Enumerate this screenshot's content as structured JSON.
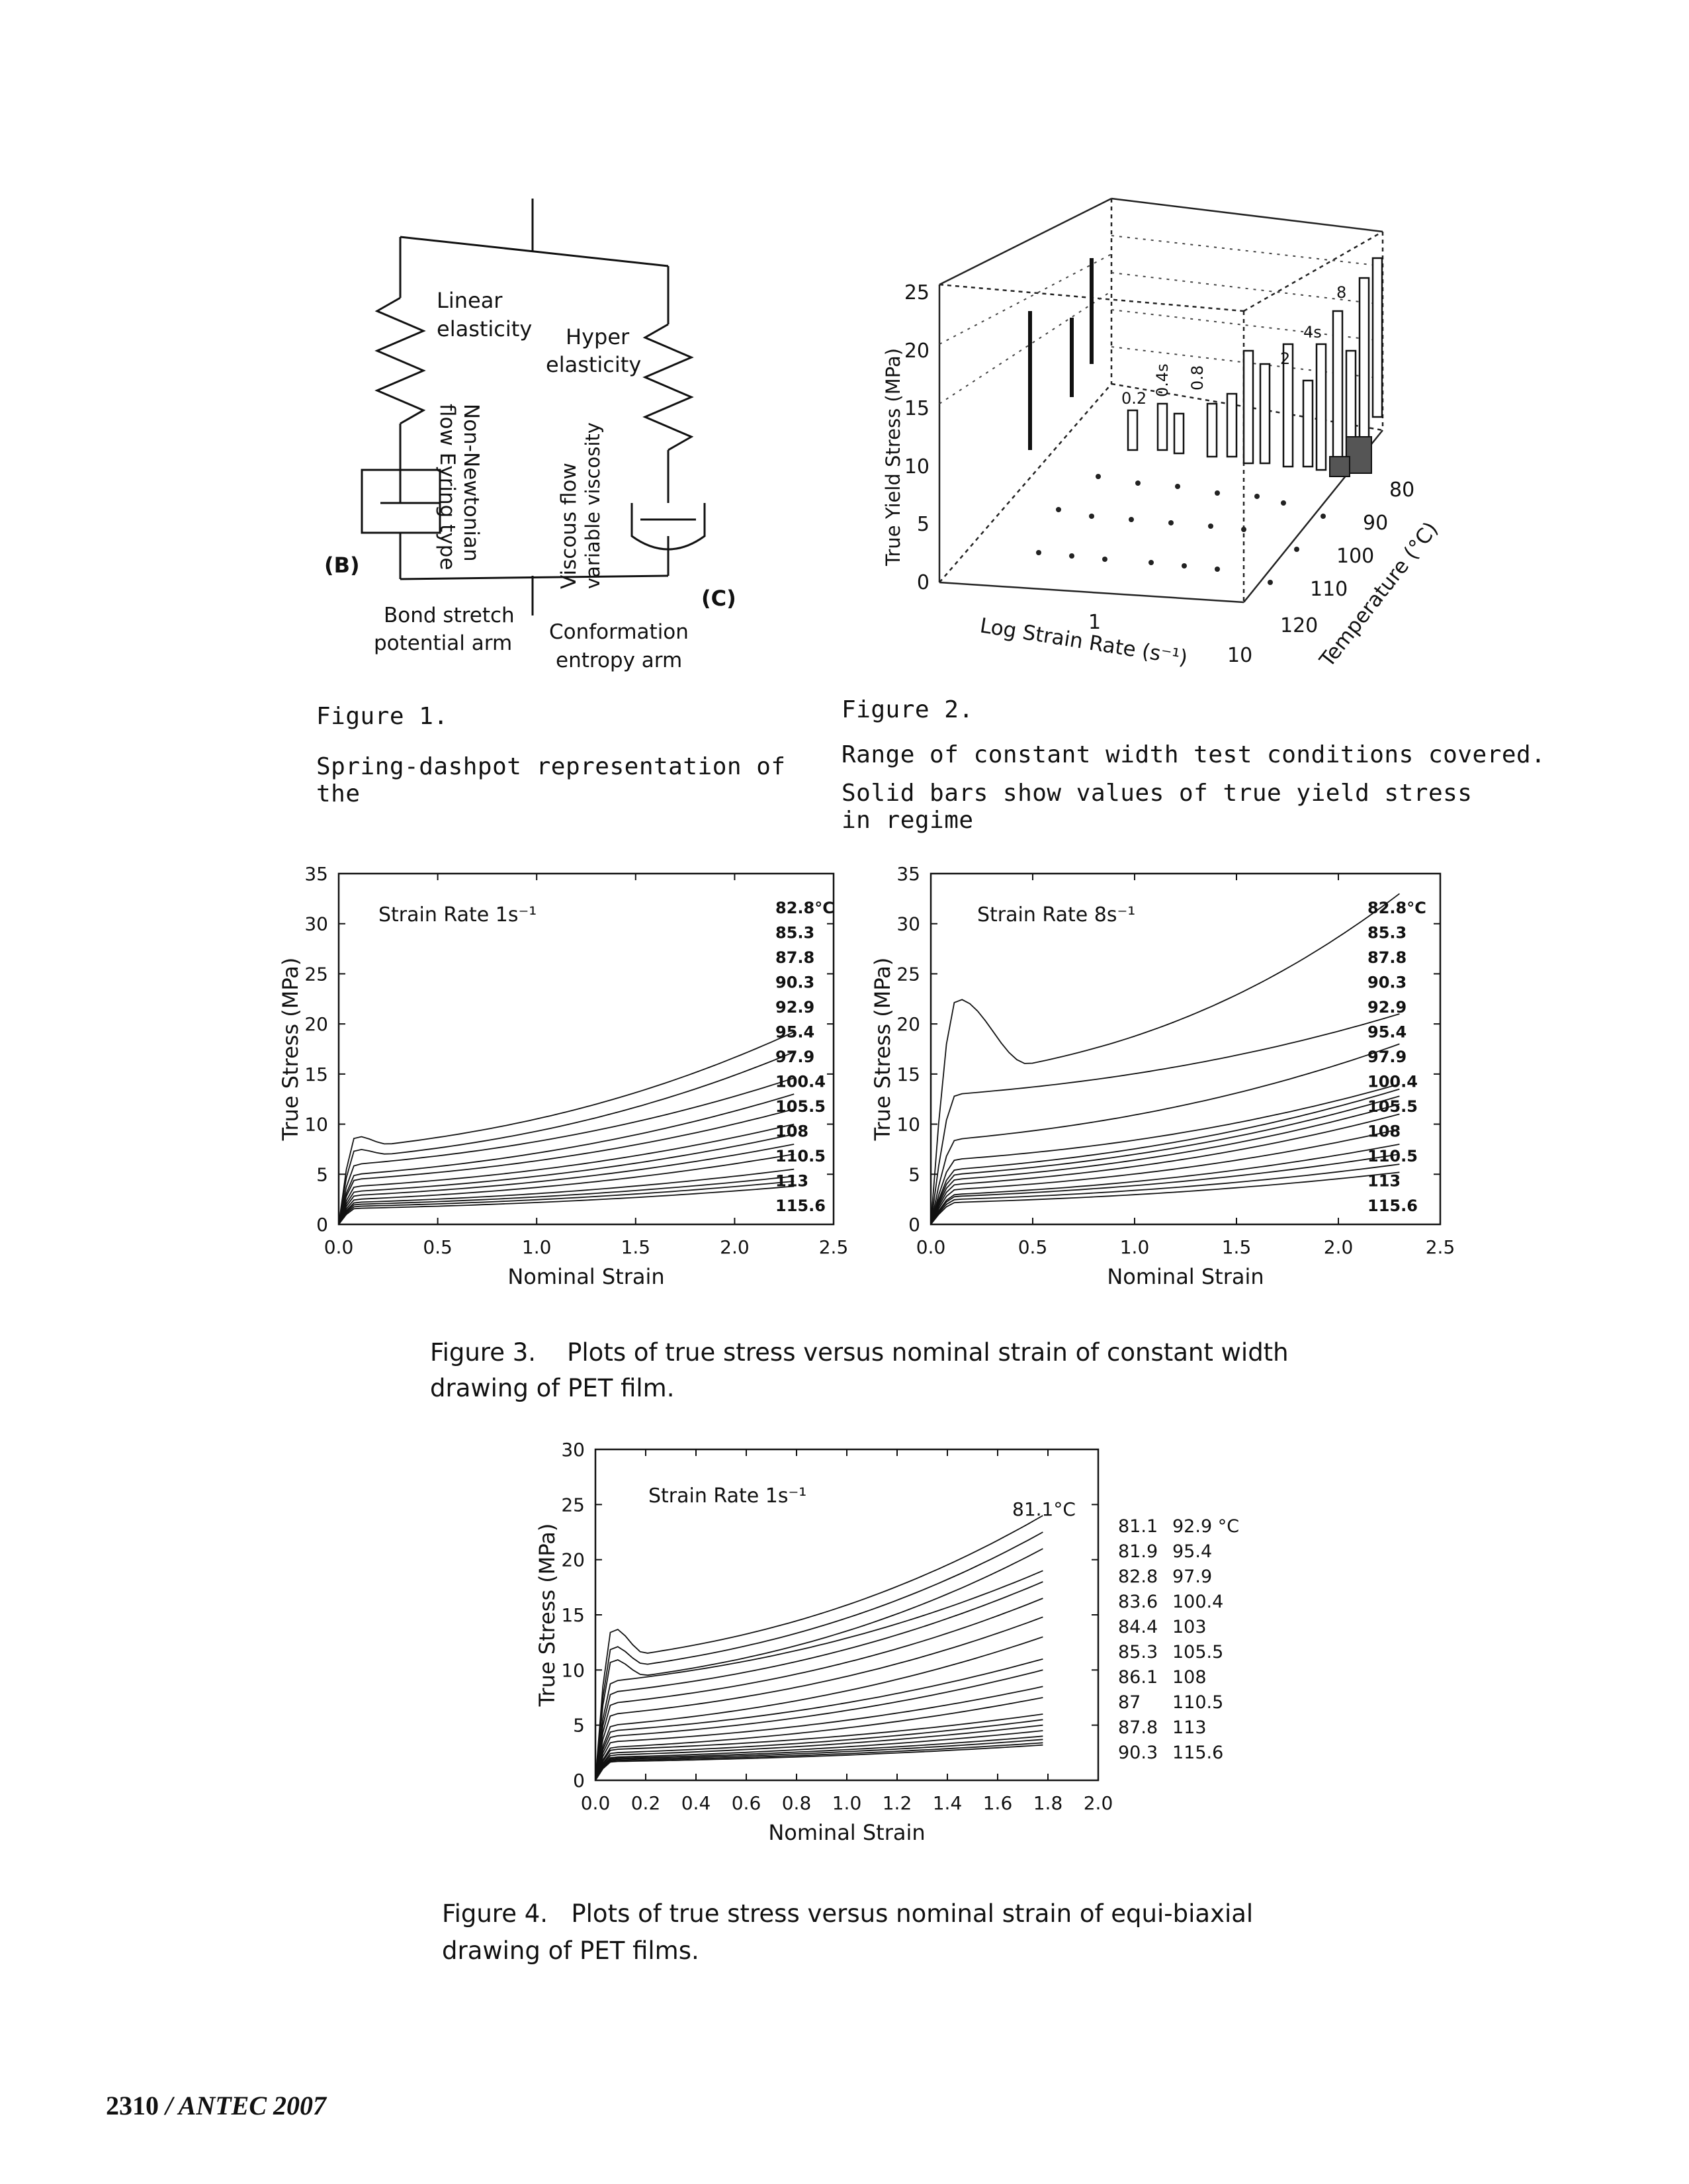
{
  "figure1": {
    "labels": {
      "linear_elasticity": [
        "Linear",
        "elasticity"
      ],
      "hyper_elasticity": [
        "Hyper",
        "elasticity"
      ],
      "non_newtonian": [
        "Non-Newtonian",
        "flow Eyring type"
      ],
      "viscous_flow": [
        "Viscous flow",
        "variable viscosity"
      ],
      "b": "(B)",
      "c": "(C)",
      "bond_stretch": [
        "Bond stretch",
        "potential arm"
      ],
      "conformation": [
        "Conformation",
        "entropy arm"
      ]
    },
    "caption_title": "Figure 1.",
    "caption_text": "Spring-dashpot representation of the"
  },
  "figure2": {
    "caption_title": "Figure 2.",
    "caption_line1": "Range of constant width test conditions covered.",
    "caption_line2": "Solid bars show values of true yield stress in regime",
    "chart_data": {
      "type": "bar3d",
      "zlabel": "True Yield Stress (MPa)",
      "xlabel": "Log Strain Rate (s⁻¹)",
      "ylabel": "Temperature (°C)",
      "z_ticks": [
        "0",
        "5",
        "10",
        "15",
        "20",
        "25"
      ],
      "x_ticks": [
        "1",
        "10"
      ],
      "y_ticks": [
        "80",
        "90",
        "100",
        "110",
        "120"
      ],
      "bar_labels": [
        "0.2",
        "0.4s",
        "0.8",
        "2",
        "4s",
        "8"
      ]
    }
  },
  "figure3": {
    "caption_title": "Figure 3.",
    "caption_line1": "Plots of true stress versus nominal strain of constant width",
    "caption_line2": "drawing of PET film.",
    "chart_data": [
      {
        "type": "line",
        "annotation": "Strain Rate 1s⁻¹",
        "xlabel": "Nominal Strain",
        "ylabel": "True Stress (MPa)",
        "xlim": [
          0,
          2.5
        ],
        "ylim": [
          0,
          35
        ],
        "x_ticks": [
          "0.0",
          "0.5",
          "1.0",
          "1.5",
          "2.0",
          "2.5"
        ],
        "y_ticks": [
          "0",
          "5",
          "10",
          "15",
          "20",
          "25",
          "30",
          "35"
        ],
        "legend": [
          "82.8°C",
          "85.3",
          "87.8",
          "90.3",
          "92.9",
          "95.4",
          "97.9",
          "100.4",
          "105.5",
          "108",
          "110.5",
          "113",
          "115.6"
        ],
        "series": [
          {
            "peak": 8.8,
            "yield": 8.0,
            "end": 19.2
          },
          {
            "peak": 7.5,
            "yield": 7.0,
            "end": 17.2
          },
          {
            "peak": 0,
            "yield": 6.0,
            "end": 14.6
          },
          {
            "peak": 0,
            "yield": 5.0,
            "end": 13.0
          },
          {
            "peak": 0,
            "yield": 4.5,
            "end": 11.5
          },
          {
            "peak": 0,
            "yield": 3.8,
            "end": 10.0
          },
          {
            "peak": 0,
            "yield": 3.3,
            "end": 9.0
          },
          {
            "peak": 0,
            "yield": 2.9,
            "end": 8.0
          },
          {
            "peak": 0,
            "yield": 2.5,
            "end": 7.0
          },
          {
            "peak": 0,
            "yield": 2.2,
            "end": 5.5
          },
          {
            "peak": 0,
            "yield": 2.0,
            "end": 4.8
          },
          {
            "peak": 0,
            "yield": 1.8,
            "end": 4.3
          },
          {
            "peak": 0,
            "yield": 1.6,
            "end": 3.8
          }
        ]
      },
      {
        "type": "line",
        "annotation": "Strain Rate 8s⁻¹",
        "xlabel": "Nominal Strain",
        "ylabel": "True Stress (MPa)",
        "xlim": [
          0,
          2.5
        ],
        "ylim": [
          0,
          35
        ],
        "x_ticks": [
          "0.0",
          "0.5",
          "1.0",
          "1.5",
          "2.0",
          "2.5"
        ],
        "y_ticks": [
          "0",
          "5",
          "10",
          "15",
          "20",
          "25",
          "30",
          "35"
        ],
        "legend": [
          "82.8°C",
          "85.3",
          "87.8",
          "90.3",
          "92.9",
          "95.4",
          "97.9",
          "100.4",
          "105.5",
          "108",
          "110.5",
          "113",
          "115.6"
        ],
        "series": [
          {
            "peak": 22.5,
            "yield": 16.0,
            "end": 33.0
          },
          {
            "peak": 0,
            "yield": 13.0,
            "end": 21.0
          },
          {
            "peak": 0,
            "yield": 8.5,
            "end": 18.0
          },
          {
            "peak": 0,
            "yield": 6.5,
            "end": 14.0
          },
          {
            "peak": 0,
            "yield": 5.5,
            "end": 13.5
          },
          {
            "peak": 0,
            "yield": 5.0,
            "end": 12.8
          },
          {
            "peak": 0,
            "yield": 4.5,
            "end": 12.0
          },
          {
            "peak": 0,
            "yield": 4.0,
            "end": 11.0
          },
          {
            "peak": 0,
            "yield": 3.5,
            "end": 9.5
          },
          {
            "peak": 0,
            "yield": 3.0,
            "end": 8.0
          },
          {
            "peak": 0,
            "yield": 2.8,
            "end": 7.0
          },
          {
            "peak": 0,
            "yield": 2.5,
            "end": 6.0
          },
          {
            "peak": 0,
            "yield": 2.2,
            "end": 5.2
          }
        ]
      }
    ]
  },
  "figure4": {
    "caption_title": "Figure 4.",
    "caption_line1": "Plots of true stress versus nominal strain of equi-biaxial",
    "caption_line2": "drawing of PET films.",
    "chart_data": {
      "type": "line",
      "annotation": "Strain Rate 1s⁻¹",
      "xlabel": "Nominal Strain",
      "ylabel": "True Stress (MPa)",
      "xlim": [
        0,
        2.0
      ],
      "ylim": [
        0,
        30
      ],
      "x_ticks": [
        "0.0",
        "0.2",
        "0.4",
        "0.6",
        "0.8",
        "1.0",
        "1.2",
        "1.4",
        "1.6",
        "1.8",
        "2.0"
      ],
      "y_ticks": [
        "0",
        "5",
        "10",
        "15",
        "20",
        "25",
        "30"
      ],
      "top_label": "81.1°C",
      "legend_col1": [
        "81.1",
        "81.9",
        "82.8",
        "83.6",
        "84.4",
        "85.3",
        "86.1",
        "87",
        "87.8",
        "90.3"
      ],
      "legend_col2": [
        "92.9 °C",
        "95.4",
        "97.9",
        "100.4",
        "103",
        "105.5",
        "108",
        "110.5",
        "113",
        "115.6"
      ],
      "series": [
        {
          "peak": 13.8,
          "yield": 11.5,
          "end": 24.0
        },
        {
          "peak": 12.2,
          "yield": 10.5,
          "end": 22.5
        },
        {
          "peak": 11.0,
          "yield": 9.5,
          "end": 21.0
        },
        {
          "peak": 0,
          "yield": 9.0,
          "end": 19.0
        },
        {
          "peak": 0,
          "yield": 8.0,
          "end": 18.0
        },
        {
          "peak": 0,
          "yield": 7.0,
          "end": 16.5
        },
        {
          "peak": 0,
          "yield": 6.0,
          "end": 14.8
        },
        {
          "peak": 0,
          "yield": 5.0,
          "end": 13.0
        },
        {
          "peak": 0,
          "yield": 4.5,
          "end": 11.0
        },
        {
          "peak": 0,
          "yield": 4.0,
          "end": 10.0
        },
        {
          "peak": 0,
          "yield": 3.5,
          "end": 8.5
        },
        {
          "peak": 0,
          "yield": 3.0,
          "end": 7.5
        },
        {
          "peak": 0,
          "yield": 2.8,
          "end": 6.0
        },
        {
          "peak": 0,
          "yield": 2.5,
          "end": 5.5
        },
        {
          "peak": 0,
          "yield": 2.3,
          "end": 5.0
        },
        {
          "peak": 0,
          "yield": 2.1,
          "end": 4.5
        },
        {
          "peak": 0,
          "yield": 2.0,
          "end": 4.0
        },
        {
          "peak": 0,
          "yield": 1.9,
          "end": 3.7
        },
        {
          "peak": 0,
          "yield": 1.8,
          "end": 3.4
        },
        {
          "peak": 0,
          "yield": 1.7,
          "end": 3.2
        }
      ]
    }
  },
  "footer": {
    "page": "2310",
    "sep": " / ",
    "conf": "ANTEC 2007"
  }
}
